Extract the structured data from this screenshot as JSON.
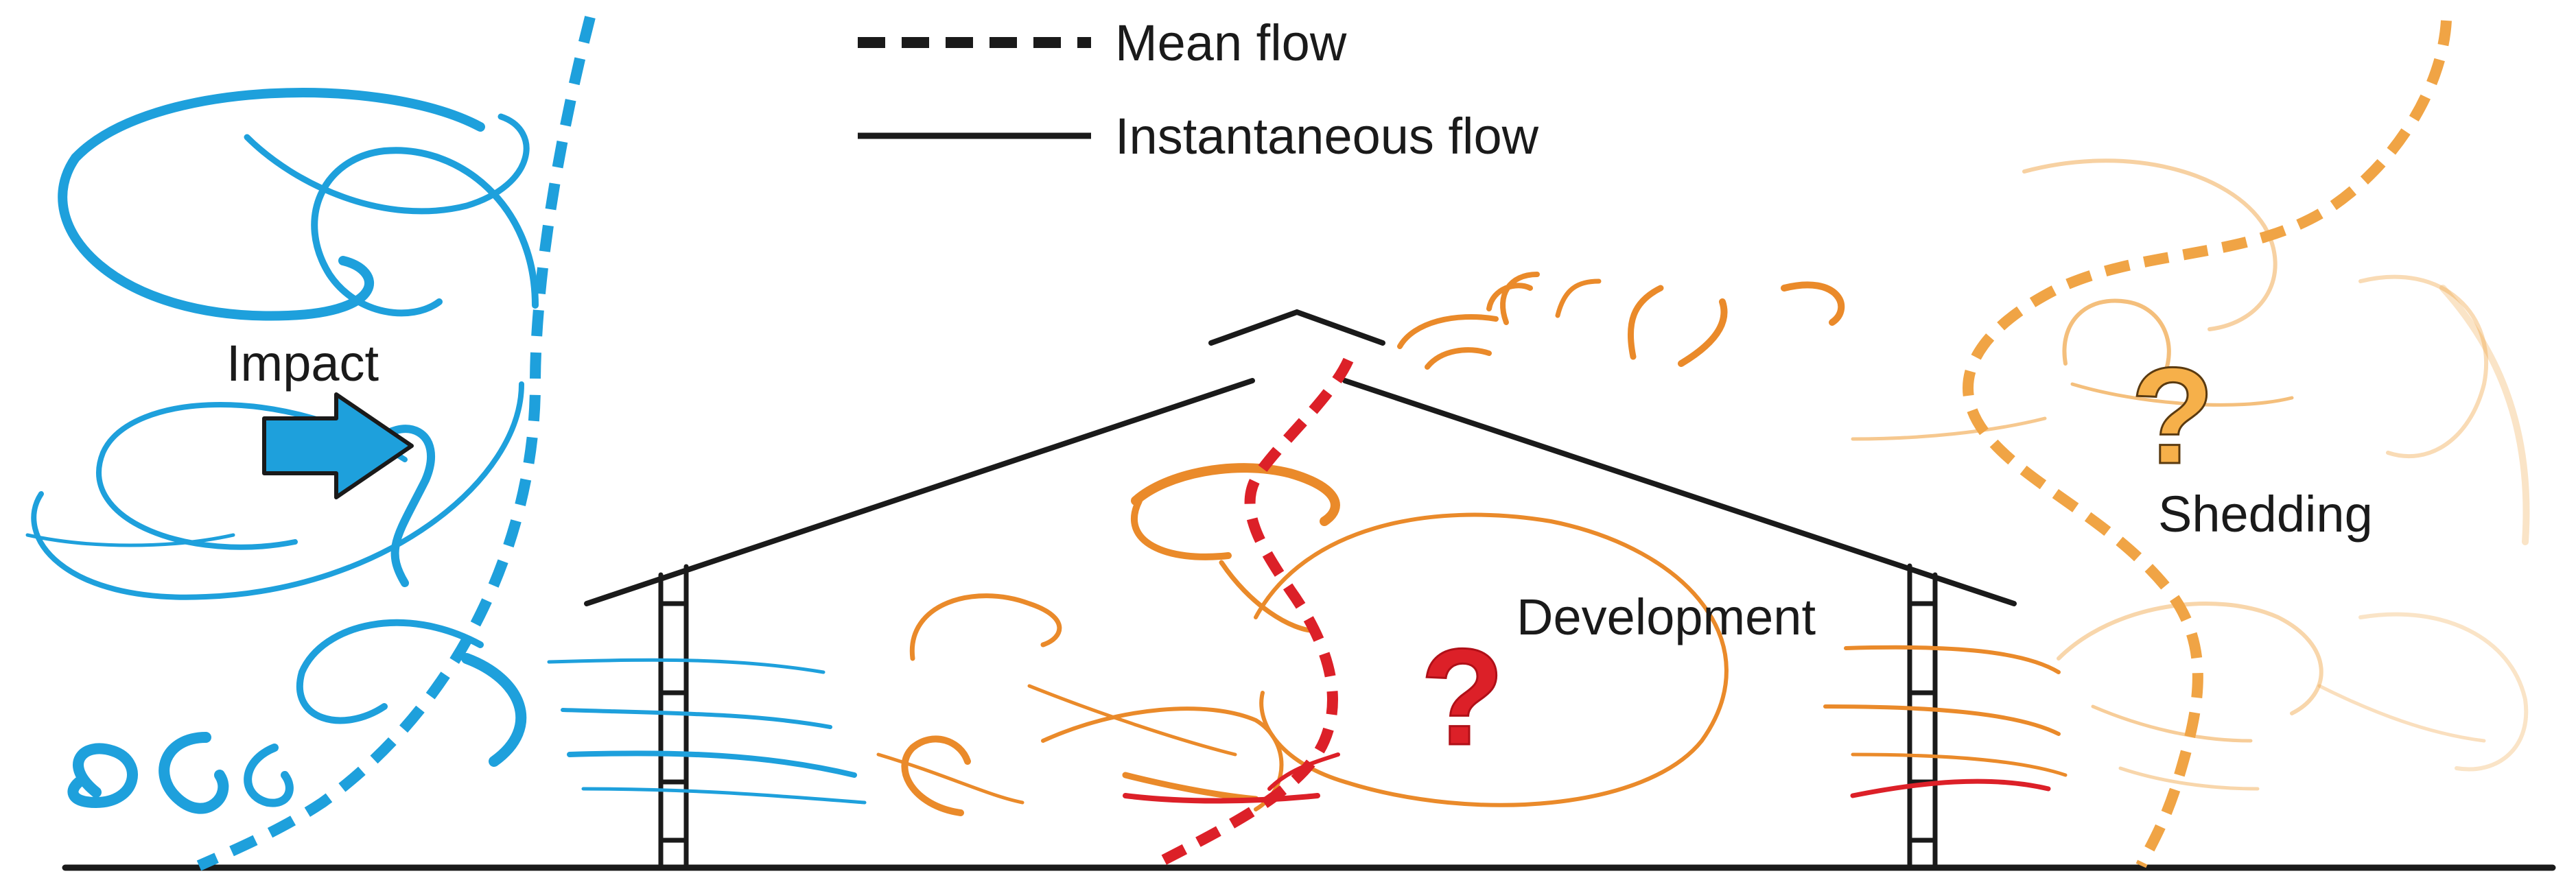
{
  "legend": {
    "mean_flow_label": "Mean flow",
    "instantaneous_flow_label": "Instantaneous flow"
  },
  "labels": {
    "impact": "Impact",
    "development": "Development",
    "shedding": "Shedding",
    "question_mark": "?"
  },
  "colors": {
    "incoming_blue": "#1ea0dc",
    "developing_orange": "#ea8a2a",
    "shedding_orange": "#f0a445",
    "mean_red": "#dc2028",
    "structure": "#1a1a1a"
  }
}
